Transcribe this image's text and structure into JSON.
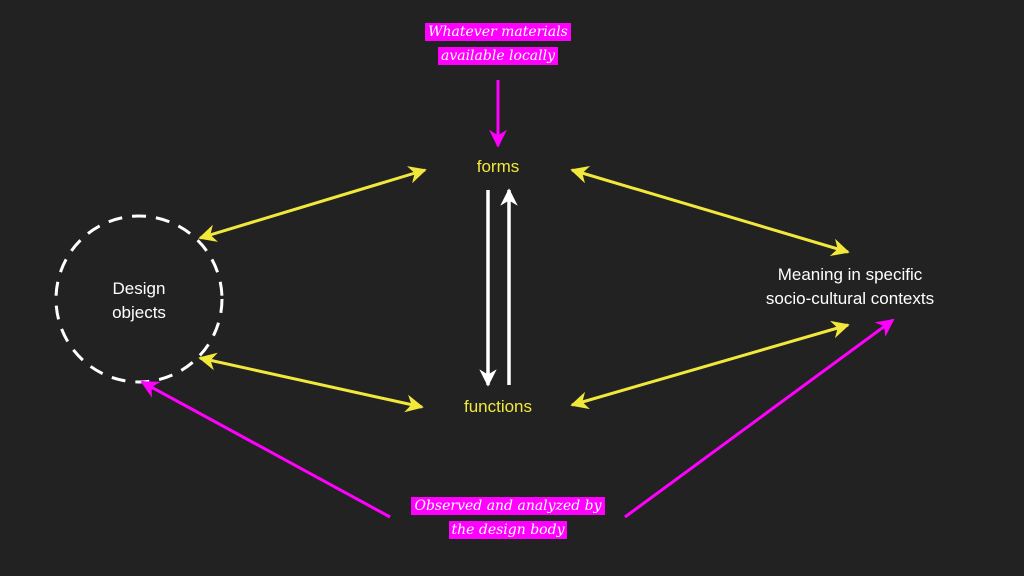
{
  "nodes": {
    "forms": "forms",
    "functions": "functions",
    "design_objects": [
      "Design",
      "objects"
    ],
    "meaning": [
      "Meaning in specific",
      "socio-cultural contexts"
    ]
  },
  "annotations": {
    "materials": [
      "Whatever materials",
      "available locally"
    ],
    "observed": [
      "Observed and analyzed by",
      "the design body"
    ]
  },
  "colors": {
    "background": "#222222",
    "yellow": "#f2e83c",
    "magenta": "#ff00ff",
    "white": "#ffffff"
  }
}
